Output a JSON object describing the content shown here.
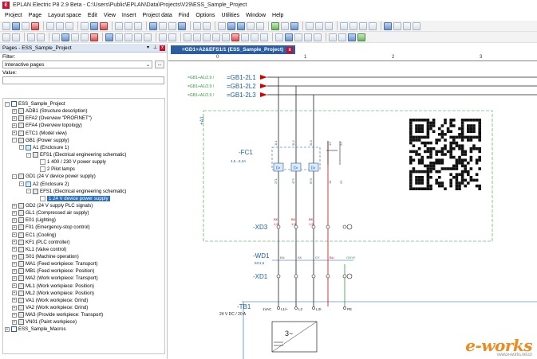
{
  "app": {
    "title": "EPLAN Electric P8 2.9 Beta - C:\\Users\\Public\\EPLAN\\Data\\Projects\\V29\\ESS_Sample_Project",
    "logo": "E",
    "brand_color": "#c8102e"
  },
  "menu": [
    "Project",
    "Page",
    "Layout space",
    "Edit",
    "View",
    "Insert",
    "Project data",
    "Find",
    "Options",
    "Utilities",
    "Window",
    "Help"
  ],
  "pages_panel": {
    "title": "Pages - ESS_Sample_Project",
    "pin_icon": "pin-icon",
    "close_label": "x",
    "filter_label": "Filter:",
    "filter_value": "Interactive pages",
    "filter_more": "...",
    "value_label": "Value:",
    "value_value": ""
  },
  "tree": [
    {
      "indent": 0,
      "toggle": "-",
      "icon": "proj",
      "label": "ESS_Sample_Project"
    },
    {
      "indent": 1,
      "toggle": "+",
      "icon": "func",
      "label": "ADB1 (Structure description)"
    },
    {
      "indent": 1,
      "toggle": "+",
      "icon": "func",
      "label": "EFA2 (Overview \"PROFINET\")"
    },
    {
      "indent": 1,
      "toggle": "+",
      "icon": "func",
      "label": "EFA4 (Overview topology)"
    },
    {
      "indent": 1,
      "toggle": "+",
      "icon": "func",
      "label": "ETC1 (Model view)"
    },
    {
      "indent": 1,
      "toggle": "-",
      "icon": "func",
      "label": "GB1 (Power supply)"
    },
    {
      "indent": 2,
      "toggle": "-",
      "icon": "loc",
      "label": "A1 (Enclosure 1)"
    },
    {
      "indent": 3,
      "toggle": "-",
      "icon": "func",
      "label": "EFS1 (Electrical engineering schematic)"
    },
    {
      "indent": 4,
      "toggle": "",
      "icon": "page",
      "label": "1 400 / 230 V power supply"
    },
    {
      "indent": 4,
      "toggle": "",
      "icon": "page",
      "label": "2 Pilot lamps"
    },
    {
      "indent": 1,
      "toggle": "-",
      "icon": "func",
      "label": "GD1 (24 V device power supply)"
    },
    {
      "indent": 2,
      "toggle": "-",
      "icon": "loc",
      "label": "A2 (Enclosure 2)"
    },
    {
      "indent": 3,
      "toggle": "-",
      "icon": "func",
      "label": "EFS1 (Electrical engineering schematic)"
    },
    {
      "indent": 4,
      "toggle": "",
      "icon": "page",
      "label": "1 24 V device power supply",
      "selected": true
    },
    {
      "indent": 1,
      "toggle": "+",
      "icon": "func",
      "label": "GD2 (24 V supply PLC signals)"
    },
    {
      "indent": 1,
      "toggle": "+",
      "icon": "func",
      "label": "GL1 (Compressed air supply)"
    },
    {
      "indent": 1,
      "toggle": "+",
      "icon": "func",
      "label": "E01 (Lighting)"
    },
    {
      "indent": 1,
      "toggle": "+",
      "icon": "func",
      "label": "F01 (Emergency-stop control)"
    },
    {
      "indent": 1,
      "toggle": "+",
      "icon": "func",
      "label": "EC1 (Cooling)"
    },
    {
      "indent": 1,
      "toggle": "+",
      "icon": "func",
      "label": "KF1 (PLC controller)"
    },
    {
      "indent": 1,
      "toggle": "+",
      "icon": "func",
      "label": "KL1 (Valve control)"
    },
    {
      "indent": 1,
      "toggle": "+",
      "icon": "func",
      "label": "S01 (Machine operation)"
    },
    {
      "indent": 1,
      "toggle": "+",
      "icon": "func",
      "label": "MA1 (Feed workpiece: Transport)"
    },
    {
      "indent": 1,
      "toggle": "+",
      "icon": "func",
      "label": "MB1 (Feed workpiece: Position)"
    },
    {
      "indent": 1,
      "toggle": "+",
      "icon": "func",
      "label": "MA2 (Work workpiece: Transport)"
    },
    {
      "indent": 1,
      "toggle": "+",
      "icon": "func",
      "label": "ML1 (Work workpiece: Position)"
    },
    {
      "indent": 1,
      "toggle": "+",
      "icon": "func",
      "label": "ML2 (Work workpiece: Position)"
    },
    {
      "indent": 1,
      "toggle": "+",
      "icon": "func",
      "label": "VA1 (Work workpiece: Grind)"
    },
    {
      "indent": 1,
      "toggle": "+",
      "icon": "func",
      "label": "VA2 (Work workpiece: Grind)"
    },
    {
      "indent": 1,
      "toggle": "+",
      "icon": "func",
      "label": "MA3 (Provide workpiece: Transport)"
    },
    {
      "indent": 1,
      "toggle": "+",
      "icon": "func",
      "label": "VN01 (Paint workpiece)"
    },
    {
      "indent": 0,
      "toggle": "+",
      "icon": "proj",
      "label": "ESS_Sample_Macros"
    }
  ],
  "document": {
    "tab_label": "=GD1+A2&EFS1/1 (ESS_Sample_Project)",
    "tab_close": "x",
    "ruler": [
      "0",
      "1",
      "2",
      "3"
    ]
  },
  "schematic": {
    "refs": [
      "=GB1+A1/2.9 /",
      "=GB1+A1/2.9 /",
      "=GB1+A1/2.9 /"
    ],
    "potentials": [
      "=GB1-2L1",
      "=GB1-2L2",
      "=GB1-2L3"
    ],
    "enclosure_label": "+A1",
    "breaker": "-FC1",
    "breaker_setting": "4,5...6,3A",
    "breaker_terminals": [
      "1L1",
      "3L2",
      "5L3",
      "13",
      "21"
    ],
    "breaker_bottom_terminals": [
      "2T1",
      "4T2",
      "6T3",
      "14",
      "22"
    ],
    "terminal_strip_1": "-XD3",
    "cable": "-WD1",
    "cable_spec": "5G1,5",
    "terminal_strip_2": "-XD1",
    "power_unit": "-TB1",
    "power_unit_spec": "24 V DC / 20 A",
    "power_unit_terminals": [
      "1VAC",
      "L1/+",
      "L2",
      "L3/-",
      "PE"
    ],
    "wire_color_brown": "#8b5a2b",
    "wire_color_red": "#d40000",
    "wire_color_green": "#2e9e3c"
  },
  "watermark": {
    "text": "e-works",
    "sub": "www.e-works.net.cn"
  }
}
